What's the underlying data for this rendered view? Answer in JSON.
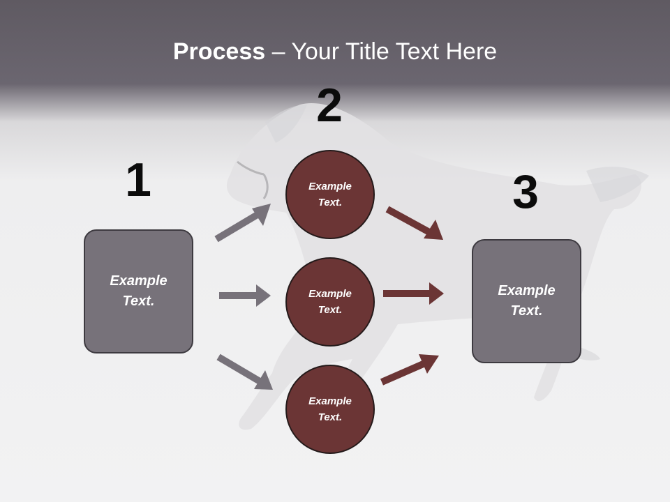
{
  "title": {
    "strong": "Process",
    "rest": " – Your Title Text Here"
  },
  "steps": {
    "step1_number": "1",
    "step2_number": "2",
    "step3_number": "3"
  },
  "nodes": {
    "left_box": "Example Text.",
    "circle_top": "Example Text.",
    "circle_middle": "Example Text.",
    "circle_bottom": "Example Text.",
    "right_box": "Example Text."
  },
  "colors": {
    "header": "#6b6670",
    "box_fill": "#77727a",
    "circle_fill": "#6b3535",
    "gray_arrow": "#77727a",
    "red_arrow": "#6b3535"
  }
}
